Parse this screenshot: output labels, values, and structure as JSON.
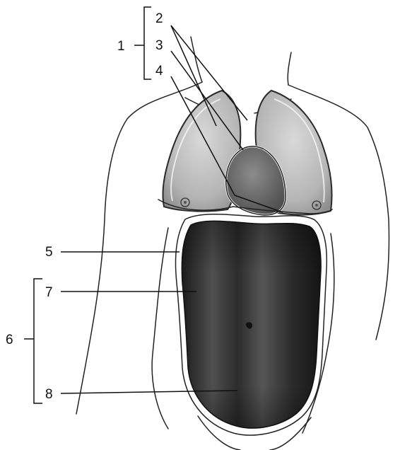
{
  "labels": {
    "l1": "1",
    "l2": "2",
    "l3": "3",
    "l4": "4",
    "l5": "5",
    "l6": "6",
    "l7": "7",
    "l8": "8"
  },
  "colors": {
    "lung": "#bdbdbd",
    "heart": "#7a7a7a",
    "abdomen": "#3c3c3c",
    "line": "#111111"
  }
}
